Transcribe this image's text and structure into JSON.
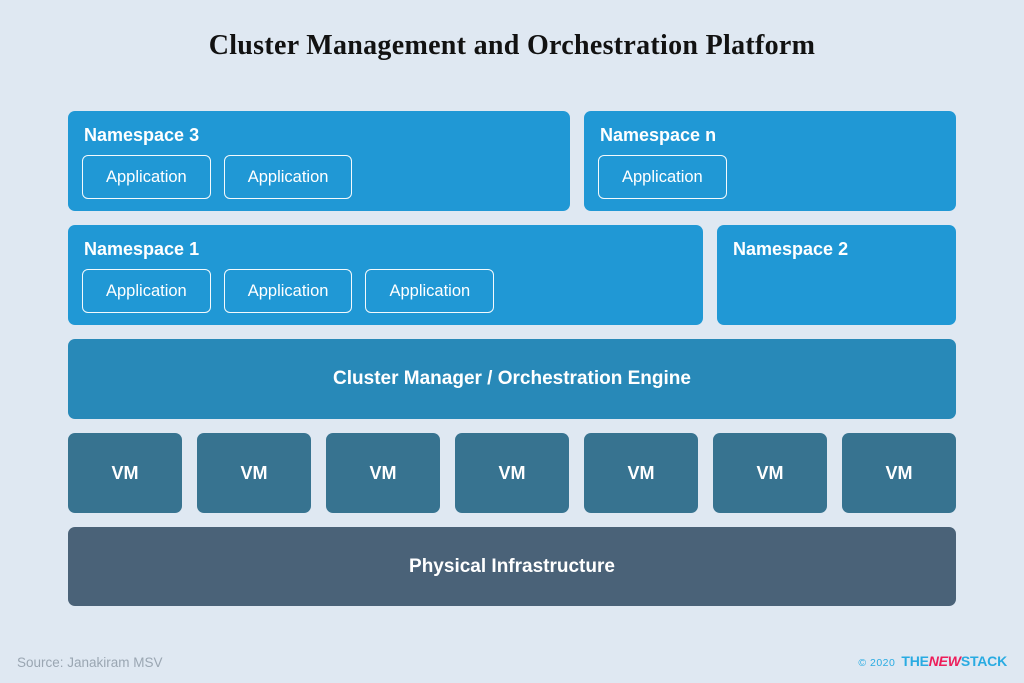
{
  "title": "Cluster Management and Orchestration Platform",
  "diagram": {
    "namespace_rows": [
      {
        "namespaces": [
          {
            "label": "Namespace 3",
            "applications": [
              "Application",
              "Application"
            ]
          },
          {
            "label": "Namespace n",
            "applications": [
              "Application"
            ]
          }
        ]
      },
      {
        "namespaces": [
          {
            "label": "Namespace 1",
            "applications": [
              "Application",
              "Application",
              "Application"
            ]
          },
          {
            "label": "Namespace 2",
            "applications": []
          }
        ]
      }
    ],
    "cluster_manager_label": "Cluster Manager / Orchestration Engine",
    "vms": [
      "VM",
      "VM",
      "VM",
      "VM",
      "VM",
      "VM",
      "VM"
    ],
    "physical_label": "Physical Infrastructure"
  },
  "footer": {
    "source": "Source: Janakiram MSV",
    "copyright": "© 2020",
    "logo_the": "THE",
    "logo_new": "NEW",
    "logo_stack": "STACK"
  },
  "colors": {
    "background": "#dfe8f2",
    "namespace": "#2098d5",
    "cluster": "#2889b8",
    "vm": "#377390",
    "physical": "#4a6278",
    "logo_blue": "#29abe2",
    "logo_pink": "#ed1e5a"
  }
}
